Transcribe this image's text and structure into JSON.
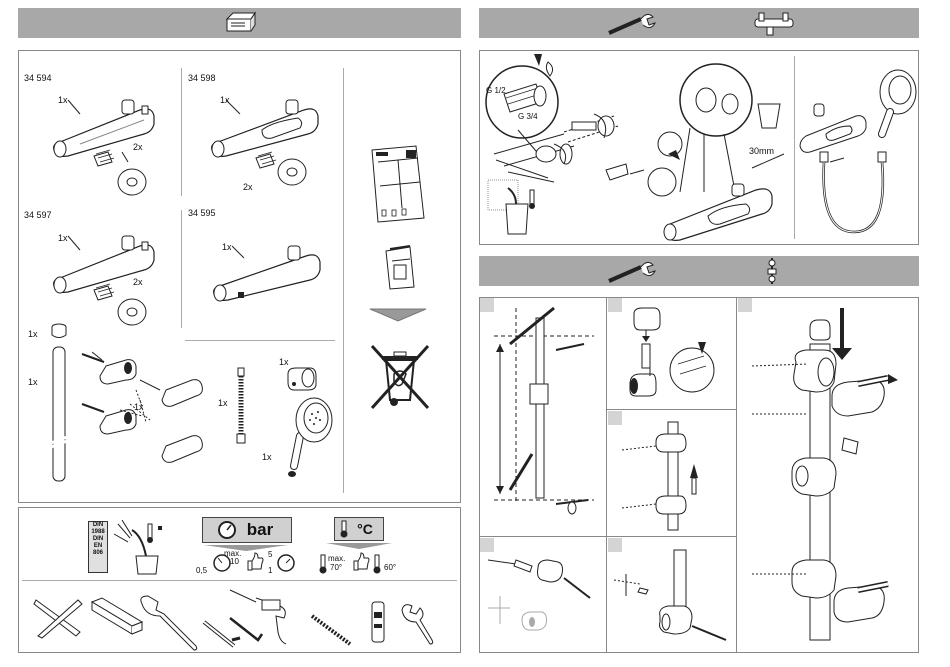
{
  "kits": [
    {
      "code": "34 594",
      "body_qty": "1x",
      "eccentric_qty": "2x"
    },
    {
      "code": "34 598",
      "body_qty": "1x",
      "eccentric_qty": "2x"
    },
    {
      "code": "34 597",
      "body_qty": "1x",
      "eccentric_qty": "2x"
    },
    {
      "code": "34 595",
      "body_qty": "1x"
    }
  ],
  "accessory_qty": {
    "cap": "1x",
    "rail": "1x",
    "wall_brackets": "1x",
    "hose": "1x",
    "holder": "1x",
    "hand_shower": "1x"
  },
  "info_strip": {
    "din_lines": [
      "DIN",
      "1988",
      "DIN",
      "EN",
      "806"
    ],
    "pressure_unit": "bar",
    "pressure_max_label": "max.",
    "pressure_max": "10",
    "pressure_min": "0,5",
    "pressure_rec_hi": "5",
    "pressure_rec_lo": "1",
    "temp_unit": "°C",
    "temp_max_label": "max.",
    "temp_max": "70°",
    "temp_rec": "60°"
  },
  "install": {
    "thread_a": "G 1/2",
    "thread_b": "G 3/4",
    "distance": "30mm"
  },
  "colors": {
    "header_bar": "#a8a8a8",
    "panel_border": "#888888",
    "tile_grey": "#d0d0d0"
  }
}
